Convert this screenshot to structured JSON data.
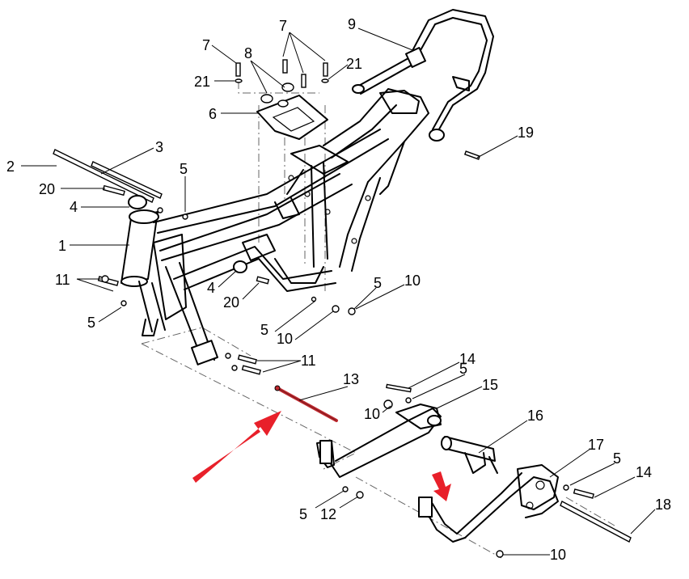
{
  "diagram": {
    "callouts": [
      {
        "id": "c2",
        "text": "2"
      },
      {
        "id": "c3",
        "text": "3"
      },
      {
        "id": "c20a",
        "text": "20"
      },
      {
        "id": "c4a",
        "text": "4"
      },
      {
        "id": "c5a",
        "text": "5"
      },
      {
        "id": "c1",
        "text": "1"
      },
      {
        "id": "c11a",
        "text": "11"
      },
      {
        "id": "c5b",
        "text": "5"
      },
      {
        "id": "c4b",
        "text": "4"
      },
      {
        "id": "c20b",
        "text": "20"
      },
      {
        "id": "c7a",
        "text": "7"
      },
      {
        "id": "c21a",
        "text": "21"
      },
      {
        "id": "c8",
        "text": "8"
      },
      {
        "id": "c7b",
        "text": "7"
      },
      {
        "id": "c21b",
        "text": "21"
      },
      {
        "id": "c6",
        "text": "6"
      },
      {
        "id": "c9",
        "text": "9"
      },
      {
        "id": "c19",
        "text": "19"
      },
      {
        "id": "c5c",
        "text": "5"
      },
      {
        "id": "c10a",
        "text": "10"
      },
      {
        "id": "c5d",
        "text": "5"
      },
      {
        "id": "c10b",
        "text": "10"
      },
      {
        "id": "c11b",
        "text": "11"
      },
      {
        "id": "c13",
        "text": "13"
      },
      {
        "id": "c14a",
        "text": "14"
      },
      {
        "id": "c5e",
        "text": "5"
      },
      {
        "id": "c10c",
        "text": "10"
      },
      {
        "id": "c15",
        "text": "15"
      },
      {
        "id": "c16",
        "text": "16"
      },
      {
        "id": "c17",
        "text": "17"
      },
      {
        "id": "c5f",
        "text": "5"
      },
      {
        "id": "c14b",
        "text": "14"
      },
      {
        "id": "c18",
        "text": "18"
      },
      {
        "id": "c5g",
        "text": "5"
      },
      {
        "id": "c12",
        "text": "12"
      },
      {
        "id": "c10d",
        "text": "10"
      }
    ],
    "colors": {
      "line": "#000000",
      "highlight": "#e8202a",
      "highlight_part": "#c0282e"
    }
  }
}
